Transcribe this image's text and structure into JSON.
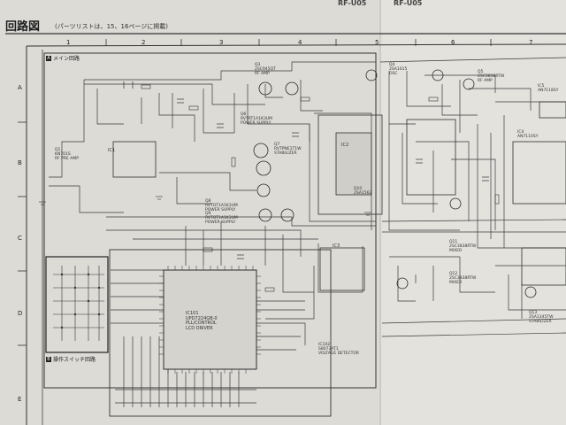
{
  "header": {
    "title": "回路図",
    "note": "(パーツリストは、15、16ページに掲載)",
    "model_left": "RF-U05",
    "model_right": "RF-U05"
  },
  "grid": {
    "columns": [
      "1",
      "2",
      "3",
      "4",
      "5",
      "6",
      "7"
    ],
    "rows": [
      "A",
      "B",
      "C",
      "D",
      "E"
    ]
  },
  "blocks": {
    "main": {
      "letter": "A",
      "label": "メイン回路"
    },
    "switch": {
      "letter": "B",
      "label": "操作スイッチ回路"
    }
  },
  "parts": {
    "q_top1": "Q3\n2SC945QT\nRF AMP",
    "q_top2": "Q4\n2SA1015\nOSC",
    "q_right": "Q5\n2SC3838RTW\nRF AMP",
    "ic1": "IC1",
    "ic2": "IC2",
    "ic3": "IC3",
    "q_b1": "Q1\nKN701S\nRF PRE AMP",
    "q_mid1": "Q6\nRVTRT1A1K3UM\nPOWER SUPPLY",
    "q_mid2": "Q7\nRVTPNE1T1W\nSTABILIZER",
    "q_mid3": "Q8\nRVTOT1A1K3UM\nPOWER SUPPLY",
    "q_mid4": "Q9\nRVTOT1A1K3UM\nPOWER SUPPLY",
    "q_mid5": "Q10\n2SA1562",
    "ic_main": "IC101\nUPD7224GB-0\nPLL/CONTROL\nLCD DRIVER",
    "ic_low": "IC102\nS8073AT1\nVOLTAGE DETECTOR",
    "q_r1": "Q11\n2SC3838RTW\nMIXER",
    "q_r2": "Q12\n2SC3838RTW\nMIXER",
    "q_r3": "Q13\n2SA1345TW\nSTABILIZER",
    "ic_r": "IC4\nAN7110SY",
    "top_right": "IC5\nAN7118SY"
  }
}
